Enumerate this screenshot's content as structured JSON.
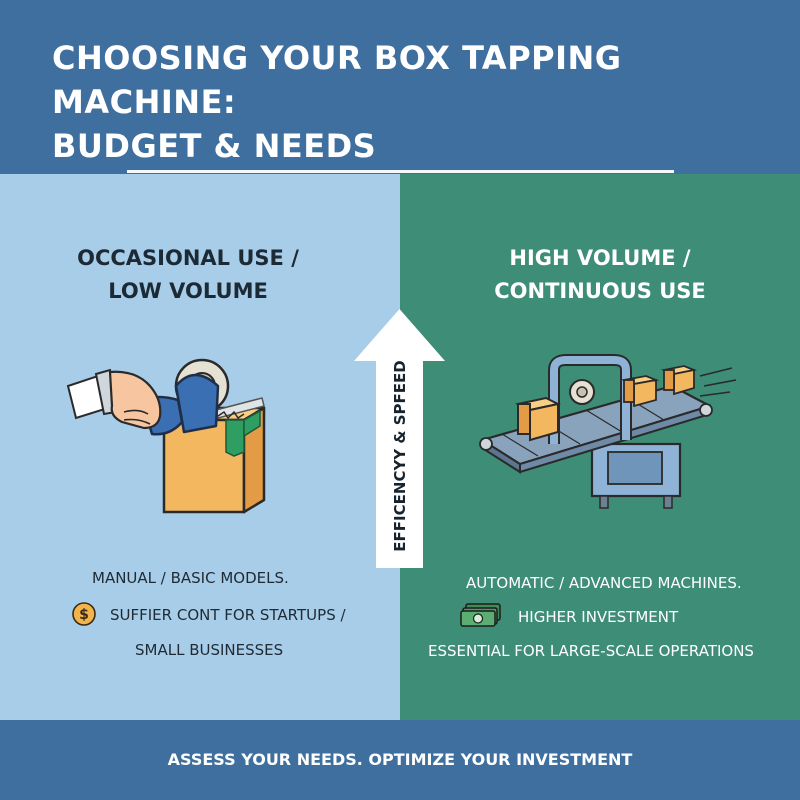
{
  "header": {
    "title_line1": "CHOOSING YOUR BOX TAPPING MACHINE:",
    "title_line2": "BUDGET & NEEDS"
  },
  "arrow": {
    "label": "EFFICENCYY & SPFEED"
  },
  "left_panel": {
    "heading_line1": "OCCASIONAL USE /",
    "heading_line2": "LOW VOLUME",
    "illustration": "hand-tape-dispenser-icon",
    "line1": "MANUAL / BASIC MODELS.",
    "icon": "dollar-coin-icon",
    "line2": "SUFFIER CONT FOR STARTUPS /",
    "line3": "SMALL BUSINESSES"
  },
  "right_panel": {
    "heading_line1": "HIGH VOLUME /",
    "heading_line2": "CONTINUOUS USE",
    "illustration": "conveyor-taping-machine-icon",
    "line1": "AUTOMATIC / ADVANCED MACHINES.",
    "icon": "cash-stack-icon",
    "line2": "HIGHER INVESTMENT",
    "line3": "ESSENTIAL FOR LARGE-SCALE OPERATIONS"
  },
  "footer": {
    "text": "ASSESS YOUR NEEDS. OPTIMIZE YOUR INVESTMENT"
  },
  "colors": {
    "header_bg": "#3f6f9f",
    "left_bg": "#a8cde8",
    "right_bg": "#3e8d76",
    "box": "#f3b75f",
    "tape_green": "#2f9e63"
  }
}
